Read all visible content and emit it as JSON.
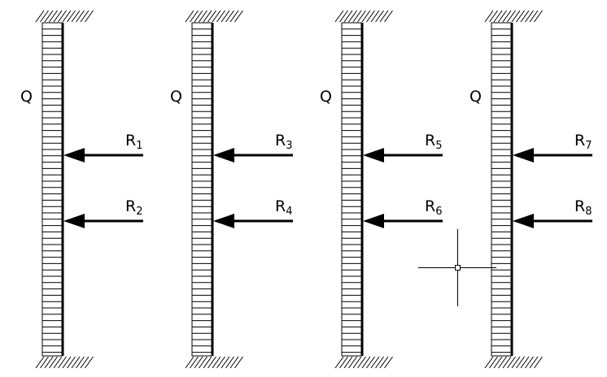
{
  "columns": [
    {
      "load_label": "Q",
      "forces": [
        {
          "letter": "R",
          "index": "1"
        },
        {
          "letter": "R",
          "index": "2"
        }
      ]
    },
    {
      "load_label": "Q",
      "forces": [
        {
          "letter": "R",
          "index": "3"
        },
        {
          "letter": "R",
          "index": "4"
        }
      ]
    },
    {
      "load_label": "Q",
      "forces": [
        {
          "letter": "R",
          "index": "5"
        },
        {
          "letter": "R",
          "index": "6"
        }
      ]
    },
    {
      "load_label": "Q",
      "forces": [
        {
          "letter": "R",
          "index": "7"
        },
        {
          "letter": "R",
          "index": "8"
        }
      ]
    }
  ],
  "colors": {
    "stroke": "#000000",
    "background": "#ffffff"
  }
}
